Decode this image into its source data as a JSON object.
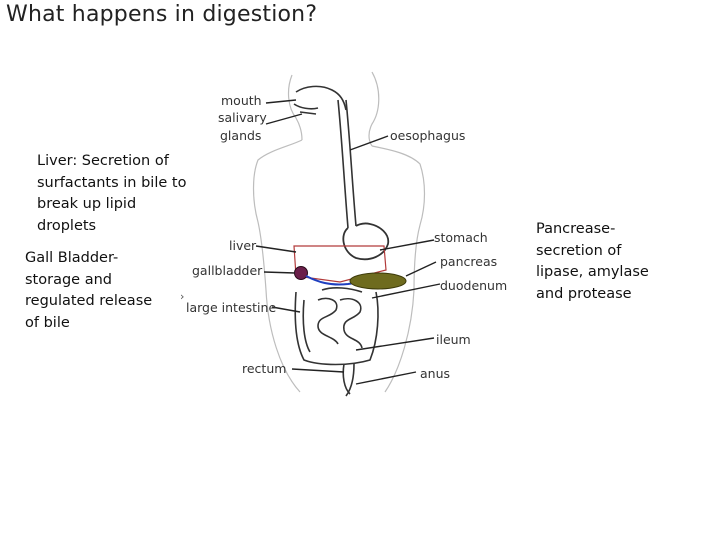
{
  "title": "What happens in digestion?",
  "notes": {
    "liver": "Liver: Secretion of\nsurfactants in bile to\nbreak up lipid\ndroplets",
    "gall_bladder": "Gall Bladder-\nstorage and\nregulated release\nof bile",
    "pancreas": "Pancrease-\nsecretion of\nlipase, amylase\nand protease"
  },
  "diagram_labels": {
    "mouth": "mouth",
    "salivary_glands_1": "salivary",
    "salivary_glands_2": "glands",
    "oesophagus": "oesophagus",
    "liver": "liver",
    "gallbladder": "gallbladder",
    "stomach": "stomach",
    "pancreas": "pancreas",
    "duodenum": "duodenum",
    "large_intestine": "large intestine",
    "ileum": "ileum",
    "rectum": "rectum",
    "anus": "anus"
  },
  "colors": {
    "liver_outline": "#b23a3a",
    "gallbladder_fill": "#6b1f4a",
    "pancreas_fill": "#6e6b1e",
    "duct_blue": "#1f3fbf"
  }
}
